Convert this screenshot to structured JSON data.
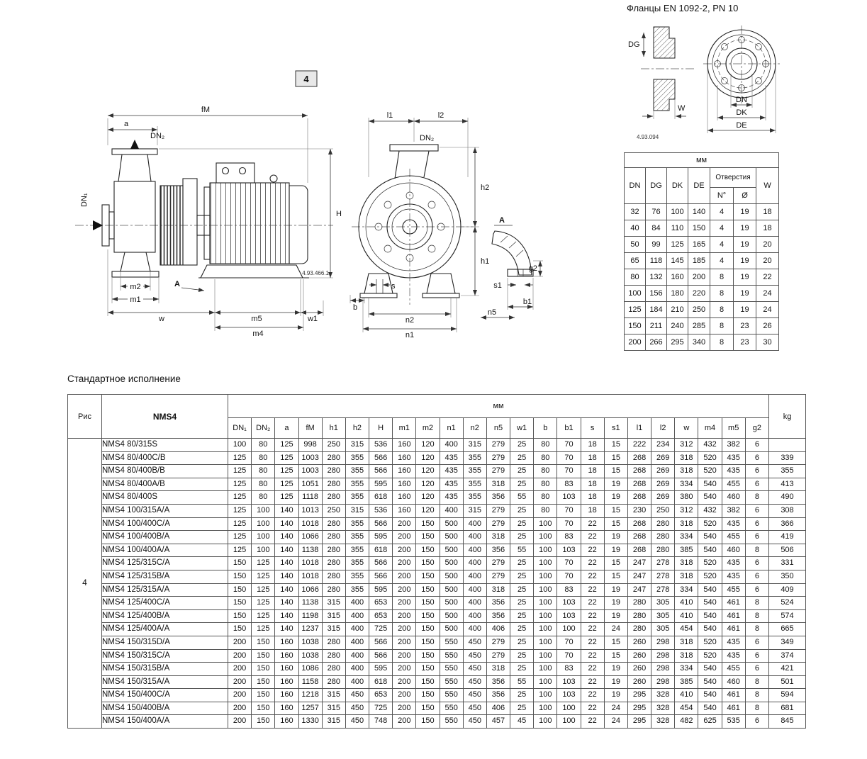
{
  "section_title": "Стандартное исполнение",
  "drawings": {
    "figure_box": "4",
    "side": {
      "fM": "fM",
      "a": "a",
      "dn2": "DN₂",
      "dn1": "DN₁",
      "m2": "m2",
      "m1": "m1",
      "A": "A",
      "w": "w",
      "m5": "m5",
      "w1": "w1",
      "m4": "m4",
      "H": "H",
      "ref": "4.93.466.1"
    },
    "front": {
      "l1": "l1",
      "l2": "l2",
      "dn2": "DN₂",
      "h2": "h2",
      "h1": "h1",
      "s": "s",
      "b": "b",
      "n2": "n2",
      "n1": "n1",
      "A": "A",
      "g2": "g2",
      "s1": "s1",
      "b1": "b1",
      "n5": "n5"
    }
  },
  "flange": {
    "title": "Фланцы EN 1092-2, PN 10",
    "dg": "DG",
    "w": "W",
    "dn": "DN",
    "dk": "DK",
    "de": "DE",
    "ref": "4.93.094"
  },
  "flange_table": {
    "unit": "мм",
    "headers": [
      "DN",
      "DG",
      "DK",
      "DE"
    ],
    "holes_header": "Отверстия",
    "holes_sub": [
      "N°",
      "Ø"
    ],
    "w_header": "W",
    "rows": [
      [
        32,
        76,
        100,
        140,
        4,
        19,
        18
      ],
      [
        40,
        84,
        110,
        150,
        4,
        19,
        18
      ],
      [
        50,
        99,
        125,
        165,
        4,
        19,
        20
      ],
      [
        65,
        118,
        145,
        185,
        4,
        19,
        20
      ],
      [
        80,
        132,
        160,
        200,
        8,
        19,
        22
      ],
      [
        100,
        156,
        180,
        220,
        8,
        19,
        24
      ],
      [
        125,
        184,
        210,
        250,
        8,
        19,
        24
      ],
      [
        150,
        211,
        240,
        285,
        8,
        23,
        26
      ],
      [
        200,
        266,
        295,
        340,
        8,
        23,
        30
      ]
    ]
  },
  "main_table": {
    "ris_header": "Рис",
    "ris_value": "4",
    "model_header": "NMS4",
    "unit_header": "мм",
    "kg_header": "kg",
    "dim_headers": [
      "DN₁",
      "DN₂",
      "a",
      "fM",
      "h1",
      "h2",
      "H",
      "m1",
      "m2",
      "n1",
      "n2",
      "n5",
      "w1",
      "b",
      "b1",
      "s",
      "s1",
      "l1",
      "l2",
      "w",
      "m4",
      "m5",
      "g2"
    ],
    "rows": [
      {
        "model": "NMS4 80/315S",
        "values": [
          100,
          80,
          125,
          998,
          250,
          315,
          536,
          160,
          120,
          400,
          315,
          279,
          25,
          80,
          70,
          18,
          15,
          222,
          234,
          312,
          432,
          382,
          6
        ],
        "kg": ""
      },
      {
        "model": "NMS4 80/400C/B",
        "values": [
          125,
          80,
          125,
          1003,
          280,
          355,
          566,
          160,
          120,
          435,
          355,
          279,
          25,
          80,
          70,
          18,
          15,
          268,
          269,
          318,
          520,
          435,
          6
        ],
        "kg": 339
      },
      {
        "model": "NMS4 80/400B/B",
        "values": [
          125,
          80,
          125,
          1003,
          280,
          355,
          566,
          160,
          120,
          435,
          355,
          279,
          25,
          80,
          70,
          18,
          15,
          268,
          269,
          318,
          520,
          435,
          6
        ],
        "kg": 355
      },
      {
        "model": "NMS4 80/400A/B",
        "values": [
          125,
          80,
          125,
          1051,
          280,
          355,
          595,
          160,
          120,
          435,
          355,
          318,
          25,
          80,
          83,
          18,
          19,
          268,
          269,
          334,
          540,
          455,
          6
        ],
        "kg": 413
      },
      {
        "model": "NMS4 80/400S",
        "values": [
          125,
          80,
          125,
          1118,
          280,
          355,
          618,
          160,
          120,
          435,
          355,
          356,
          55,
          80,
          103,
          18,
          19,
          268,
          269,
          380,
          540,
          460,
          8
        ],
        "kg": 490
      },
      {
        "model": "NMS4 100/315A/A",
        "values": [
          125,
          100,
          140,
          1013,
          250,
          315,
          536,
          160,
          120,
          400,
          315,
          279,
          25,
          80,
          70,
          18,
          15,
          230,
          250,
          312,
          432,
          382,
          6
        ],
        "kg": 308
      },
      {
        "model": "NMS4 100/400C/A",
        "values": [
          125,
          100,
          140,
          1018,
          280,
          355,
          566,
          200,
          150,
          500,
          400,
          279,
          25,
          100,
          70,
          22,
          15,
          268,
          280,
          318,
          520,
          435,
          6
        ],
        "kg": 366
      },
      {
        "model": "NMS4 100/400B/A",
        "values": [
          125,
          100,
          140,
          1066,
          280,
          355,
          595,
          200,
          150,
          500,
          400,
          318,
          25,
          100,
          83,
          22,
          19,
          268,
          280,
          334,
          540,
          455,
          6
        ],
        "kg": 419
      },
      {
        "model": "NMS4 100/400A/A",
        "values": [
          125,
          100,
          140,
          1138,
          280,
          355,
          618,
          200,
          150,
          500,
          400,
          356,
          55,
          100,
          103,
          22,
          19,
          268,
          280,
          385,
          540,
          460,
          8
        ],
        "kg": 506
      },
      {
        "model": "NMS4 125/315C/A",
        "values": [
          150,
          125,
          140,
          1018,
          280,
          355,
          566,
          200,
          150,
          500,
          400,
          279,
          25,
          100,
          70,
          22,
          15,
          247,
          278,
          318,
          520,
          435,
          6
        ],
        "kg": 331
      },
      {
        "model": "NMS4 125/315B/A",
        "values": [
          150,
          125,
          140,
          1018,
          280,
          355,
          566,
          200,
          150,
          500,
          400,
          279,
          25,
          100,
          70,
          22,
          15,
          247,
          278,
          318,
          520,
          435,
          6
        ],
        "kg": 350
      },
      {
        "model": "NMS4 125/315A/A",
        "values": [
          150,
          125,
          140,
          1066,
          280,
          355,
          595,
          200,
          150,
          500,
          400,
          318,
          25,
          100,
          83,
          22,
          19,
          247,
          278,
          334,
          540,
          455,
          6
        ],
        "kg": 409
      },
      {
        "model": "NMS4 125/400C/A",
        "values": [
          150,
          125,
          140,
          1138,
          315,
          400,
          653,
          200,
          150,
          500,
          400,
          356,
          25,
          100,
          103,
          22,
          19,
          280,
          305,
          410,
          540,
          461,
          8
        ],
        "kg": 524
      },
      {
        "model": "NMS4 125/400B/A",
        "values": [
          150,
          125,
          140,
          1198,
          315,
          400,
          653,
          200,
          150,
          500,
          400,
          356,
          25,
          100,
          103,
          22,
          19,
          280,
          305,
          410,
          540,
          461,
          8
        ],
        "kg": 574
      },
      {
        "model": "NMS4 125/400A/A",
        "values": [
          150,
          125,
          140,
          1237,
          315,
          400,
          725,
          200,
          150,
          500,
          400,
          406,
          25,
          100,
          100,
          22,
          24,
          280,
          305,
          454,
          540,
          461,
          8
        ],
        "kg": 665
      },
      {
        "model": "NMS4 150/315D/A",
        "values": [
          200,
          150,
          160,
          1038,
          280,
          400,
          566,
          200,
          150,
          550,
          450,
          279,
          25,
          100,
          70,
          22,
          15,
          260,
          298,
          318,
          520,
          435,
          6
        ],
        "kg": 349
      },
      {
        "model": "NMS4 150/315C/A",
        "values": [
          200,
          150,
          160,
          1038,
          280,
          400,
          566,
          200,
          150,
          550,
          450,
          279,
          25,
          100,
          70,
          22,
          15,
          260,
          298,
          318,
          520,
          435,
          6
        ],
        "kg": 374
      },
      {
        "model": "NMS4 150/315B/A",
        "values": [
          200,
          150,
          160,
          1086,
          280,
          400,
          595,
          200,
          150,
          550,
          450,
          318,
          25,
          100,
          83,
          22,
          19,
          260,
          298,
          334,
          540,
          455,
          6
        ],
        "kg": 421
      },
      {
        "model": "NMS4 150/315A/A",
        "values": [
          200,
          150,
          160,
          1158,
          280,
          400,
          618,
          200,
          150,
          550,
          450,
          356,
          55,
          100,
          103,
          22,
          19,
          260,
          298,
          385,
          540,
          460,
          8
        ],
        "kg": 501
      },
      {
        "model": "NMS4 150/400C/A",
        "values": [
          200,
          150,
          160,
          1218,
          315,
          450,
          653,
          200,
          150,
          550,
          450,
          356,
          25,
          100,
          103,
          22,
          19,
          295,
          328,
          410,
          540,
          461,
          8
        ],
        "kg": 594
      },
      {
        "model": "NMS4 150/400B/A",
        "values": [
          200,
          150,
          160,
          1257,
          315,
          450,
          725,
          200,
          150,
          550,
          450,
          406,
          25,
          100,
          100,
          22,
          24,
          295,
          328,
          454,
          540,
          461,
          8
        ],
        "kg": 681
      },
      {
        "model": "NMS4 150/400A/A",
        "values": [
          200,
          150,
          160,
          1330,
          315,
          450,
          748,
          200,
          150,
          550,
          450,
          457,
          45,
          100,
          100,
          22,
          24,
          295,
          328,
          482,
          625,
          535,
          6
        ],
        "kg": 845
      }
    ]
  }
}
